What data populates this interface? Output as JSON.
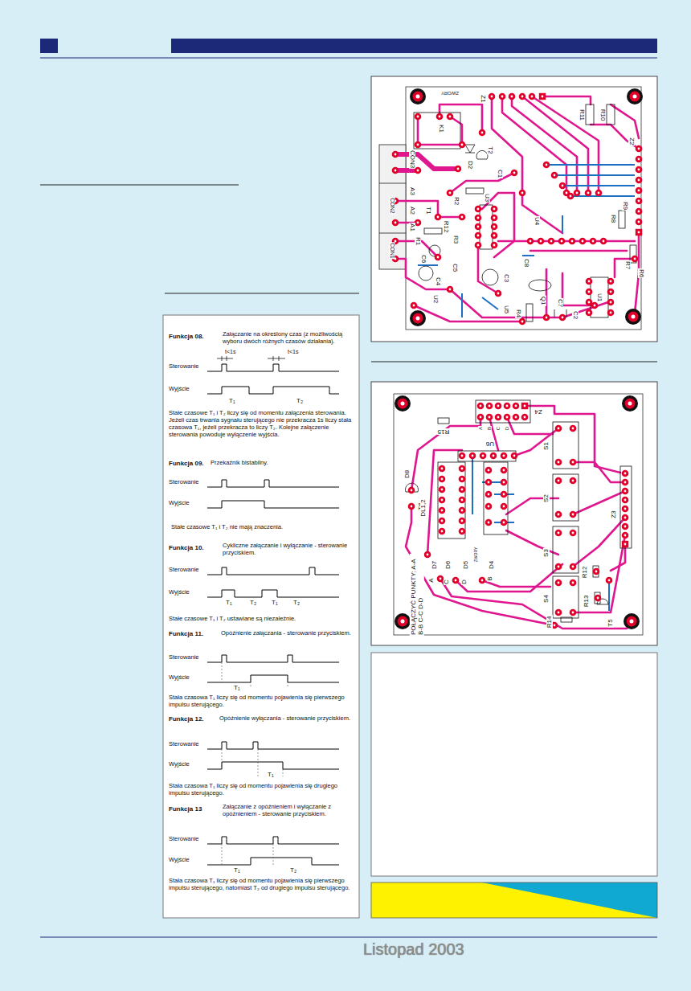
{
  "diagram": {
    "nodes": [
      {
        "text": [
          "Funkcja 08.",
          "Załączanie na określony czas (z możliwością wyboru dwóch różnych czasów działania).",
          "t<1s",
          "t<1s",
          "Sterowanie",
          "Wyjście",
          "T₁",
          "T₂",
          "Stałe czasowe T₁ i T₂ liczy się od momentu załączenia sterowania. Jeżeli czas trwania sygnału sterującego nie przekracza 1s liczy stała czasowa T₁, jeżeli przekracza to liczy T₂. Kolejne załączenie sterowania powoduje wyłączenie wyjścia.",
          "Funkcja 09.",
          "Przekaźnik bistabilny.",
          "Sterowanie",
          "Wyjście",
          "Stałe czasowe T₁ i T₂ nie mają znaczenia.",
          "Funkcja 10.",
          "Cykliczne załączanie i wyłączanie - sterowanie przyciskiem.",
          "Sterowanie",
          "Wyjście",
          "T₁",
          "T₂",
          "T₁",
          "T₂",
          "Stałe czasowe T₁ i T₂ ustawiane są niezależnie.",
          "Funkcja 11.",
          "Opóźnienie załączania - sterowanie przyciskiem.",
          "Sterowanie",
          "Wyjście",
          "T₁",
          "Stała czasowa T₁ liczy się od momentu pojawienia się pierwszego impulsu sterującego.",
          "Funkcja 12.",
          "Opóźnienie wyłączania - sterowanie przyciskiem.",
          "Sterowanie",
          "Wyjście",
          "T₁",
          "Stała czasowa T₁ liczy się od momentu pojawienia się drugiego impulsu sterującego.",
          "Funkcja 13",
          "Załączanie z opóźnieniem i wyłączanie z opóźnieniem - sterowanie przyciskiem.",
          "Sterowanie",
          "Wyjście",
          "T₁",
          "T₂",
          "Stała czasowa T₁ liczy się od momentu pojawienia się pierwszego impulsu sterującego, natomiast T₂ od drugiego impulsu sterującego."
        ]
      },
      {
        "text": [
          "ZWORY",
          "Z1",
          "R11",
          "R10",
          "K1",
          "Z2",
          "T2",
          "D2",
          "CON3",
          "C1",
          "CON2",
          "A3",
          "R2",
          "T1",
          "A2",
          "R12",
          "U3",
          "U4",
          "R9",
          "R8",
          "A1",
          "R1",
          "R3",
          "CON1",
          "R7",
          "C8",
          "C6",
          "R6",
          "C5",
          "C4",
          "C3",
          "Q1",
          "U2",
          "U5",
          "R4",
          "C7",
          "C2",
          "U1"
        ]
      },
      {
        "text": [
          "Z4",
          "A",
          "B",
          "C",
          "D",
          "R15",
          "U6",
          "S1",
          "D8",
          "T6",
          "S2",
          "Z3",
          "DL1,2",
          "ZWORY",
          "S3",
          "D7",
          "D6",
          "D5",
          "D4",
          "R12",
          "A",
          "C",
          "D",
          "B",
          "R13",
          "S4",
          "T5",
          "R14",
          "POŁĄCZYĆ PUNKTY: A-A B-B C-C D-D"
        ]
      }
    ],
    "labels": [
      "Listopad 2003"
    ]
  }
}
